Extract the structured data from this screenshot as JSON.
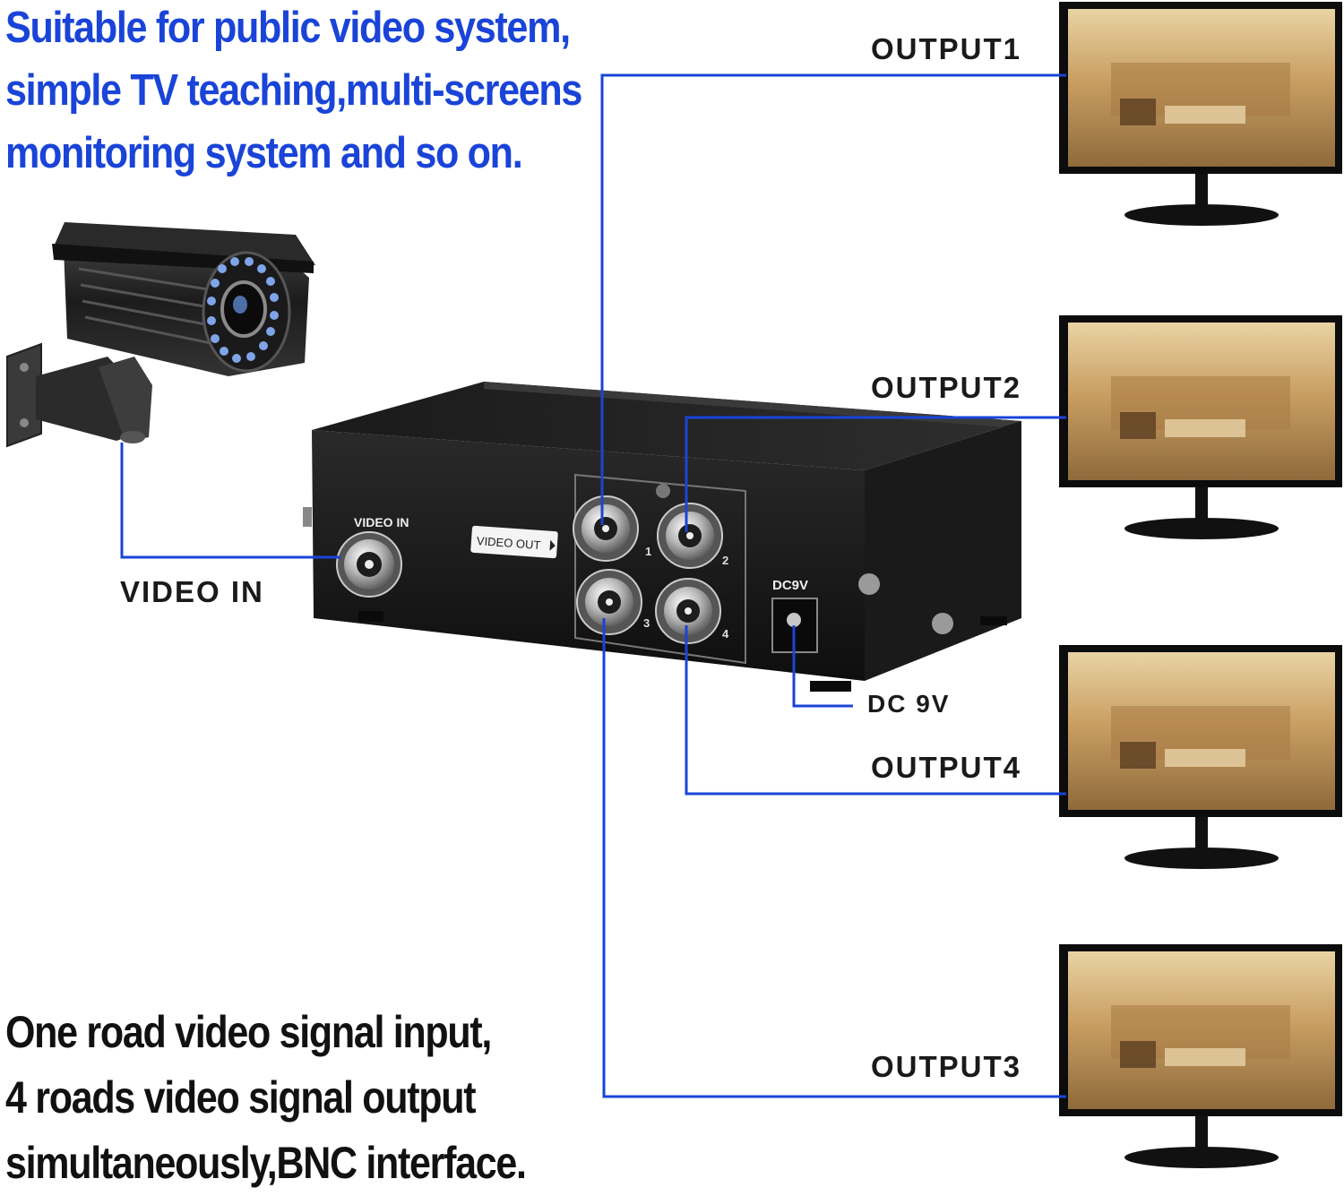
{
  "headline": {
    "lines": [
      "Suitable for public video system,",
      "simple TV teaching,multi-screens",
      "monitoring system and so on."
    ]
  },
  "footer": {
    "lines": [
      "One road video signal input,",
      "4 roads video signal output",
      "simultaneously,BNC interface."
    ]
  },
  "labels": {
    "video_in": "VIDEO IN",
    "dc_9v": "DC 9V",
    "output1": "OUTPUT1",
    "output2": "OUTPUT2",
    "output3": "OUTPUT3",
    "output4": "OUTPUT4"
  },
  "device": {
    "video_in_text": "VIDEO IN",
    "video_out_text": "VIDEO OUT",
    "dc_text": "DC9V",
    "port_numbers": [
      "1",
      "2",
      "3",
      "4"
    ]
  },
  "colors": {
    "cable": "#1a44d8",
    "headline": "#1a44d8",
    "device_body": "#161616",
    "monitor_frame": "#0c0c0c",
    "screen_warm": "#c8a46a"
  }
}
